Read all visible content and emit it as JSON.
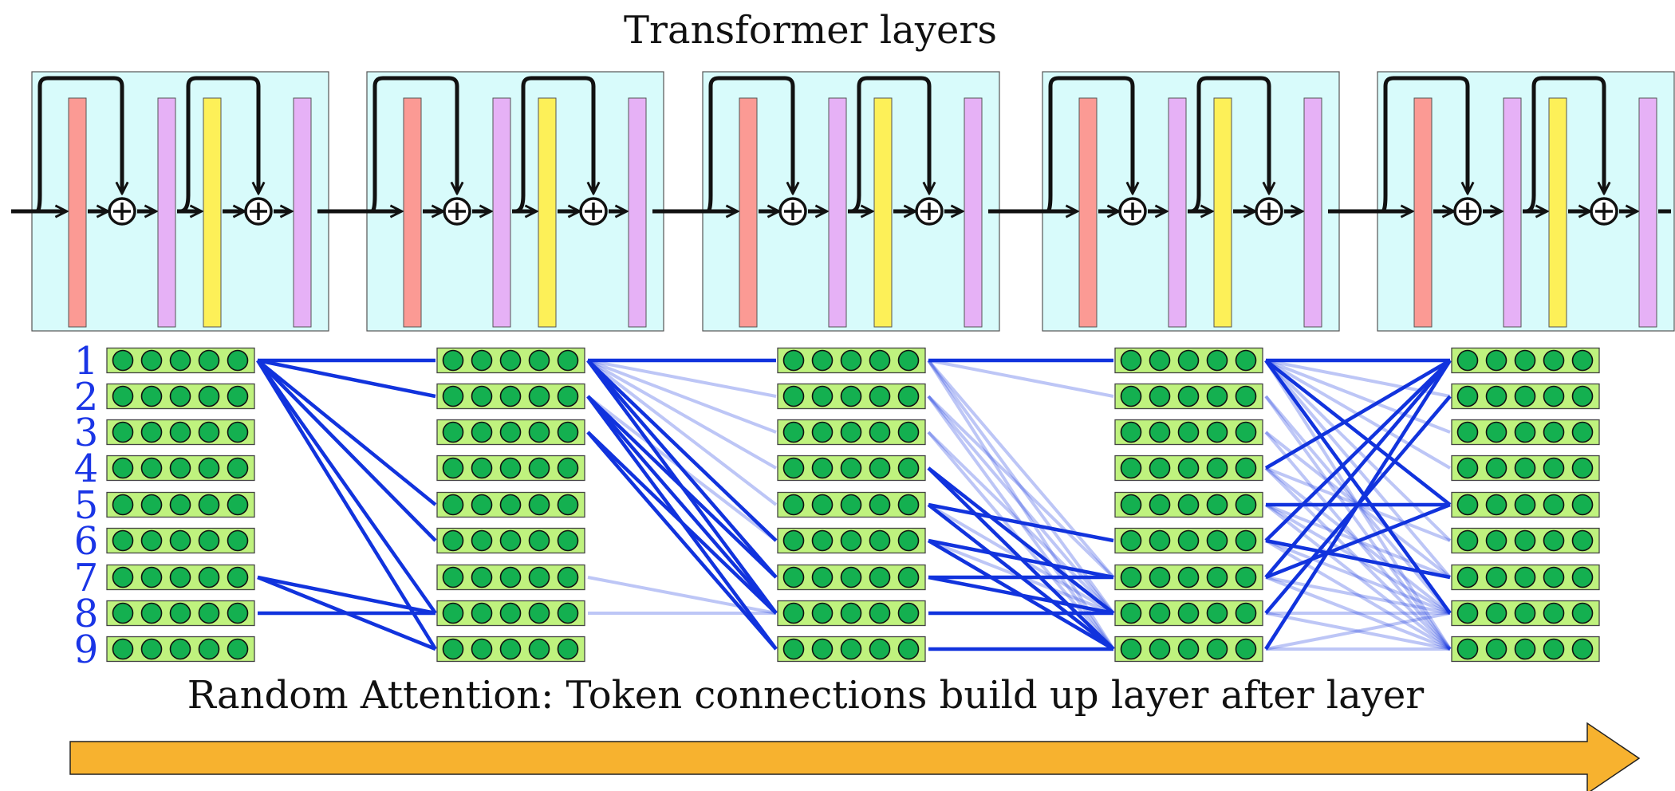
{
  "title": "Transformer layers",
  "caption": "Random Attention: Token connections build up layer after layer",
  "token_labels": [
    "1",
    "2",
    "3",
    "4",
    "5",
    "6",
    "7",
    "8",
    "9"
  ],
  "token_label_color": "#1a35e6",
  "colors": {
    "block_fill": "#d8fbfb",
    "attention_bar": "#fb9a94",
    "norm_bar": "#e6b1f6",
    "ffn_bar": "#fdf058",
    "token_box": "#bff27e",
    "token_dot": "#14b050",
    "edge": "#1133dd",
    "arrow": "#f7b22f"
  },
  "num_layers": 5,
  "edges": [
    {
      "from_col": 0,
      "to_col": 1,
      "strong": [
        [
          1,
          1
        ],
        [
          1,
          2
        ],
        [
          1,
          5
        ],
        [
          1,
          6
        ],
        [
          1,
          8
        ],
        [
          1,
          9
        ],
        [
          7,
          8
        ],
        [
          7,
          9
        ],
        [
          8,
          8
        ]
      ],
      "faint": []
    },
    {
      "from_col": 1,
      "to_col": 2,
      "strong": [
        [
          1,
          1
        ],
        [
          1,
          6
        ],
        [
          1,
          7
        ],
        [
          1,
          8
        ],
        [
          2,
          7
        ],
        [
          2,
          8
        ],
        [
          2,
          9
        ],
        [
          3,
          8
        ],
        [
          3,
          9
        ]
      ],
      "faint": [
        [
          1,
          2
        ],
        [
          1,
          3
        ],
        [
          1,
          4
        ],
        [
          1,
          5
        ],
        [
          2,
          6
        ],
        [
          7,
          8
        ],
        [
          8,
          8
        ]
      ]
    },
    {
      "from_col": 2,
      "to_col": 3,
      "strong": [
        [
          1,
          1
        ],
        [
          4,
          8
        ],
        [
          4,
          9
        ],
        [
          5,
          6
        ],
        [
          5,
          9
        ],
        [
          6,
          7
        ],
        [
          6,
          9
        ],
        [
          7,
          7
        ],
        [
          7,
          8
        ],
        [
          8,
          8
        ],
        [
          9,
          9
        ]
      ],
      "faint": [
        [
          1,
          2
        ],
        [
          1,
          7
        ],
        [
          1,
          8
        ],
        [
          1,
          9
        ],
        [
          2,
          7
        ],
        [
          2,
          8
        ],
        [
          2,
          9
        ],
        [
          3,
          8
        ],
        [
          3,
          9
        ],
        [
          5,
          8
        ],
        [
          6,
          8
        ]
      ]
    },
    {
      "from_col": 3,
      "to_col": 4,
      "strong": [
        [
          1,
          1
        ],
        [
          1,
          5
        ],
        [
          1,
          8
        ],
        [
          4,
          1
        ],
        [
          5,
          5
        ],
        [
          6,
          1
        ],
        [
          6,
          7
        ],
        [
          7,
          1
        ],
        [
          7,
          5
        ],
        [
          8,
          2
        ],
        [
          9,
          1
        ]
      ],
      "faint": [
        [
          1,
          2
        ],
        [
          1,
          3
        ],
        [
          1,
          4
        ],
        [
          1,
          6
        ],
        [
          1,
          7
        ],
        [
          1,
          9
        ],
        [
          2,
          8
        ],
        [
          2,
          9
        ],
        [
          3,
          7
        ],
        [
          3,
          9
        ],
        [
          4,
          6
        ],
        [
          4,
          8
        ],
        [
          4,
          9
        ],
        [
          5,
          7
        ],
        [
          5,
          8
        ],
        [
          5,
          9
        ],
        [
          6,
          8
        ],
        [
          6,
          9
        ],
        [
          7,
          8
        ],
        [
          7,
          9
        ],
        [
          8,
          8
        ],
        [
          8,
          9
        ],
        [
          9,
          8
        ],
        [
          9,
          9
        ]
      ]
    }
  ]
}
